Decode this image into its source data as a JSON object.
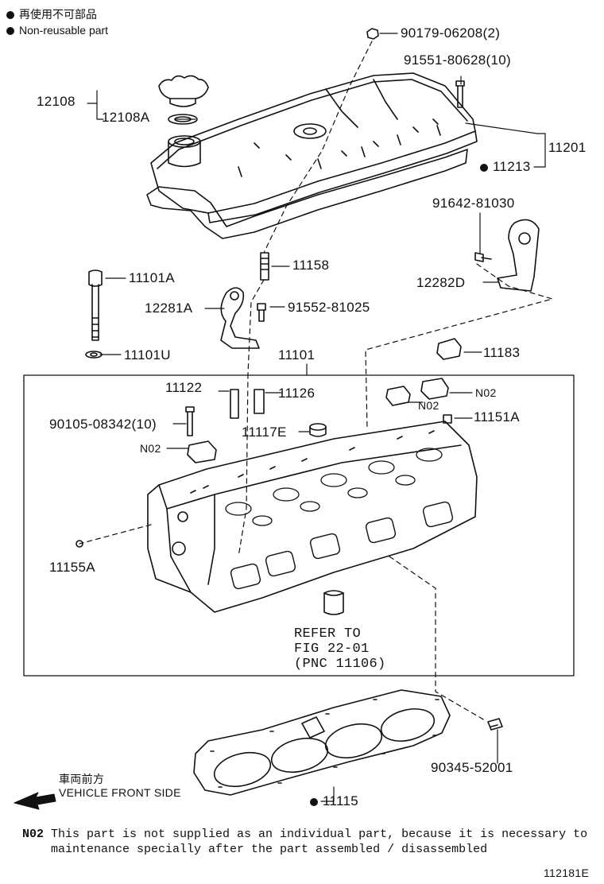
{
  "legend": {
    "jp": "再使用不可部品",
    "en": "Non-reusable part"
  },
  "parts": {
    "p90179": "90179-06208(2)",
    "p91551": "91551-80628(10)",
    "p12108": "12108",
    "p12108A": "12108A",
    "p11201": "11201",
    "p11213": "11213",
    "p91642": "91642-81030",
    "p12282D": "12282D",
    "p11101A": "11101A",
    "p11158": "11158",
    "p12281A": "12281A",
    "p91552": "91552-81025",
    "p11101U": "11101U",
    "p11101": "11101",
    "p11183": "11183",
    "p11122": "11122",
    "p11126": "11126",
    "pN02a": "N02",
    "pN02b": "N02",
    "pN02c": "N02",
    "p90105": "90105-08342(10)",
    "p11151A": "11151A",
    "p11117E": "11117E",
    "p11155A": "11155A",
    "p90345": "90345-52001",
    "p11115": "11115"
  },
  "refer": {
    "line1": "REFER TO",
    "line2": "FIG 22-01",
    "line3": "(PNC 11106)"
  },
  "direction": {
    "jp": "車両前方",
    "en": "VEHICLE FRONT SIDE"
  },
  "footnote": {
    "code": "N02",
    "line1": "This part is not supplied as an individual part, because it is necessary to",
    "line2": "maintenance specially after the part assembled / disassembled"
  },
  "figure_id": "112181E",
  "colors": {
    "ink": "#111111",
    "background": "#ffffff"
  }
}
